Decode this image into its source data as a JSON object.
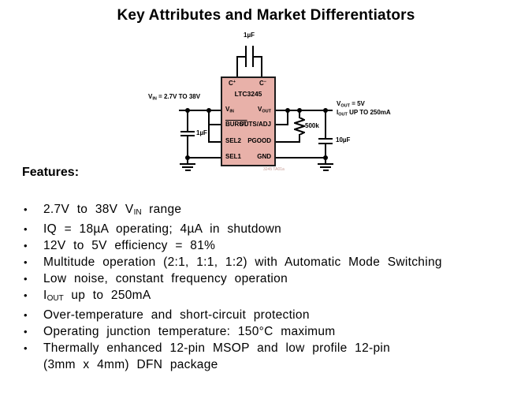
{
  "title": "Key Attributes and Market Differentiators",
  "colors": {
    "chip_fill": "#e8b1a9",
    "chip_border": "#1c1c1c",
    "wire": "#000000",
    "figure_ref_text": "#c59a92"
  },
  "circuit": {
    "chip": {
      "name": "LTC3245",
      "top_pins": {
        "cplus_base": "C",
        "cplus_sign": "+",
        "cminus_base": "C",
        "cminus_sign": "−"
      },
      "left_pins": {
        "vin_base": "V",
        "vin_sub": "IN",
        "burst": "BURST",
        "sel2": "SEL2",
        "sel1": "SEL1"
      },
      "right_pins": {
        "vout_base": "V",
        "vout_sub": "OUT",
        "outs_adj": "OUTS/ADJ",
        "pgood": "PGOOD",
        "gnd": "GND"
      },
      "figure_ref": "3245 TA01a"
    },
    "labels": {
      "vin": {
        "pre": "V",
        "sub": "IN",
        "post": " = 2.7V TO 38V"
      },
      "vout": {
        "pre": "V",
        "sub": "OUT",
        "post": " = 5V"
      },
      "iout": {
        "pre": "I",
        "sub": "OUT",
        "post": " UP TO 250mA"
      },
      "cap_top": "1µF",
      "cap_in": "1µF",
      "cap_out": "10µF",
      "resistor": "500k"
    }
  },
  "features": {
    "heading": "Features:",
    "bullet": "•",
    "items": [
      {
        "pre": "2.7V to 38V V",
        "sub": "IN",
        "post": " range"
      },
      {
        "text": "IQ = 18µA operating; 4µA in shutdown"
      },
      {
        "text": "12V to 5V efficiency = 81%"
      },
      {
        "text": "Multitude operation (2:1, 1:1, 1:2) with Automatic Mode Switching"
      },
      {
        "text": "Low noise, constant frequency operation"
      },
      {
        "pre": "I",
        "sub": "OUT",
        "post": " up to 250mA"
      },
      {
        "text": "Over-temperature and short-circuit protection"
      },
      {
        "text": "Operating junction temperature: 150°C maximum"
      },
      {
        "line1": "Thermally enhanced 12-pin MSOP and low profile 12-pin",
        "line2": "(3mm x 4mm) DFN package"
      }
    ]
  }
}
